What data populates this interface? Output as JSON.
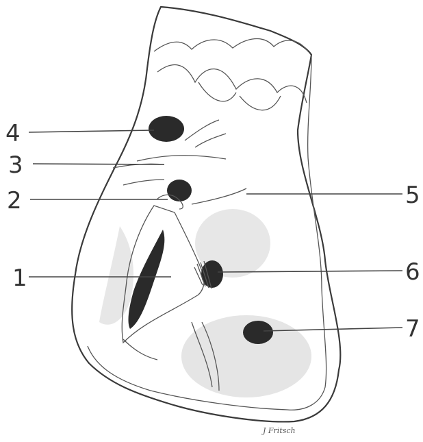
{
  "labels": [
    "4",
    "3",
    "2",
    "1",
    "5",
    "6",
    "7"
  ],
  "signature": "J Fritsch",
  "colors": {
    "ink": "#2a2a2a",
    "line": "#3a3a3a",
    "shade": "#cfcfcf",
    "paper": "#ffffff"
  }
}
